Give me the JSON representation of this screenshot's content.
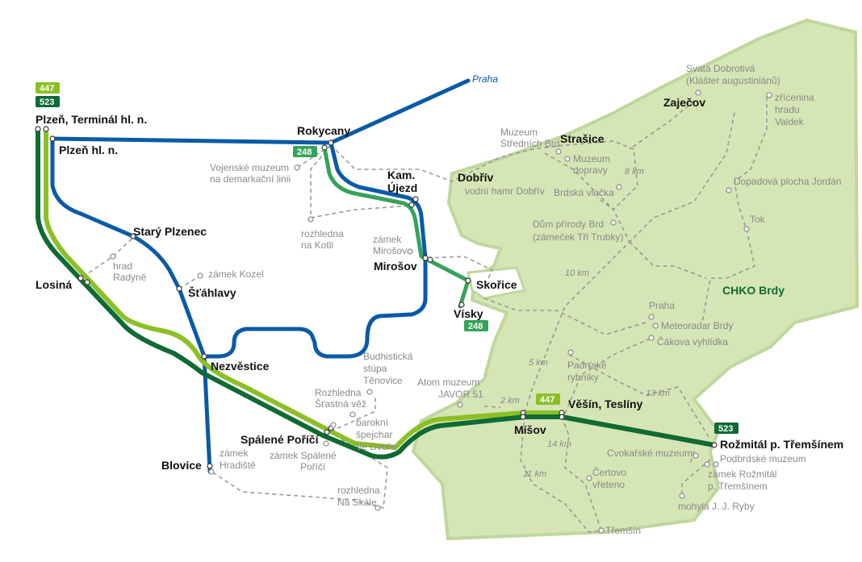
{
  "colors": {
    "blue": "#0a5aa8",
    "line447": "#8cbf26",
    "line523": "#0f6a33",
    "line248": "#36a35a",
    "area": "#d5e5b5",
    "area_border": "#bfd79c",
    "chko": "#0f6a33"
  },
  "badges": {
    "l447": "447",
    "l523": "523",
    "l248": "248"
  },
  "stations": {
    "plzen_terminal": "Plzeň, Terminál hl. n.",
    "plzen_hl": "Plzeň hl. n.",
    "rokycany": "Rokycany",
    "praha": "Praha",
    "kam_ujezd_1": "Kam.",
    "kam_ujezd_2": "Újezd",
    "dobriv": "Dobřív",
    "mirosov": "Mirošov",
    "skorice": "Skořice",
    "visky": "Vísky",
    "stary_plzenec": "Starý Plzenec",
    "losina": "Losiná",
    "stahlavy": "Šťáhlavy",
    "nezvestice": "Nezvěstice",
    "spalene_porici": "Spálené Poříčí",
    "blovice": "Blovice",
    "misov": "Míšov",
    "vesin": "Věšín, Teslíny",
    "rozmital": "Rožmitál p. Třemšínem",
    "strasice": "Strašice",
    "zajecov": "Zaječov"
  },
  "poi": {
    "vojenske_1": "Vojenské muzeum",
    "vojenske_2": "na demarkační linii",
    "kotli_1": "rozhledna",
    "kotli_2": "na Kotli",
    "zamek_mirosov_1": "zámek",
    "zamek_mirosov_2": "Mirošov",
    "hrad_radyne_1": "hrad",
    "hrad_radyne_2": "Radyně",
    "zamek_kozel": "zámek Kozel",
    "muzeum_sb_1": "Muzeum",
    "muzeum_sb_2": "Středních Brd",
    "muzeum_dopravy_1": "Muzeum",
    "muzeum_dopravy_2": "dopravy",
    "vodni_hamr": "vodní hamr Dobřív",
    "brdska_vlocka": "Brdská vločka",
    "dum_prirody_1": "Dům přírody Brd",
    "dum_prirody_2": "(zámeček Tři Trubky)",
    "svata_1": "Svatá Dobrotivá",
    "svata_2": "(Klášter augustiniánů)",
    "valdek_1": "zřícenina",
    "valdek_2": "hradu",
    "valdek_3": "Valdek",
    "jordan": "Dopadová plocha Jordán",
    "tok": "Tok",
    "praha_poi": "Praha",
    "meteoradar": "Meteoradar Brdy",
    "cakova": "Čákova vyhlídka",
    "padrtske_1": "Padrťské",
    "padrtske_2": "rybníky",
    "atom_1": "Atom muzeum",
    "atom_2": "JAVOR 51",
    "budhist_1": "Budhistická",
    "budhist_2": "stúpa",
    "budhist_3": "Těnovice",
    "stastna_1": "Rozhledna",
    "stastna_2": "Šťastná věž",
    "spejchar_1": "barokní",
    "spejchar_2": "špejchar",
    "spejchar_3": "Ve Dvoře",
    "zamek_sp_1": "zámek Spálené",
    "zamek_sp_2": "Poříčí",
    "hradiste_1": "zámek",
    "hradiste_2": "Hradiště",
    "skale_1": "rozhledna",
    "skale_2": "Na Skále",
    "certovo_1": "Čertovo",
    "certovo_2": "vřeteno",
    "tremsin": "Třemšín",
    "cvokarske": "Cvokařské muzeum",
    "podbrdske": "Podbrdské muzeum",
    "zamek_roz_1": "zámek Rožmitál",
    "zamek_roz_2": "p. Třemšínem",
    "mohyla": "mohyla J. J. Ryby"
  },
  "distances": {
    "d8": "8 km",
    "d10": "10 km",
    "d5": "5 km",
    "d2": "2 km",
    "d14": "14 km",
    "d11": "11 km",
    "d13": "13 km"
  },
  "area_label": "CHKO Brdy"
}
